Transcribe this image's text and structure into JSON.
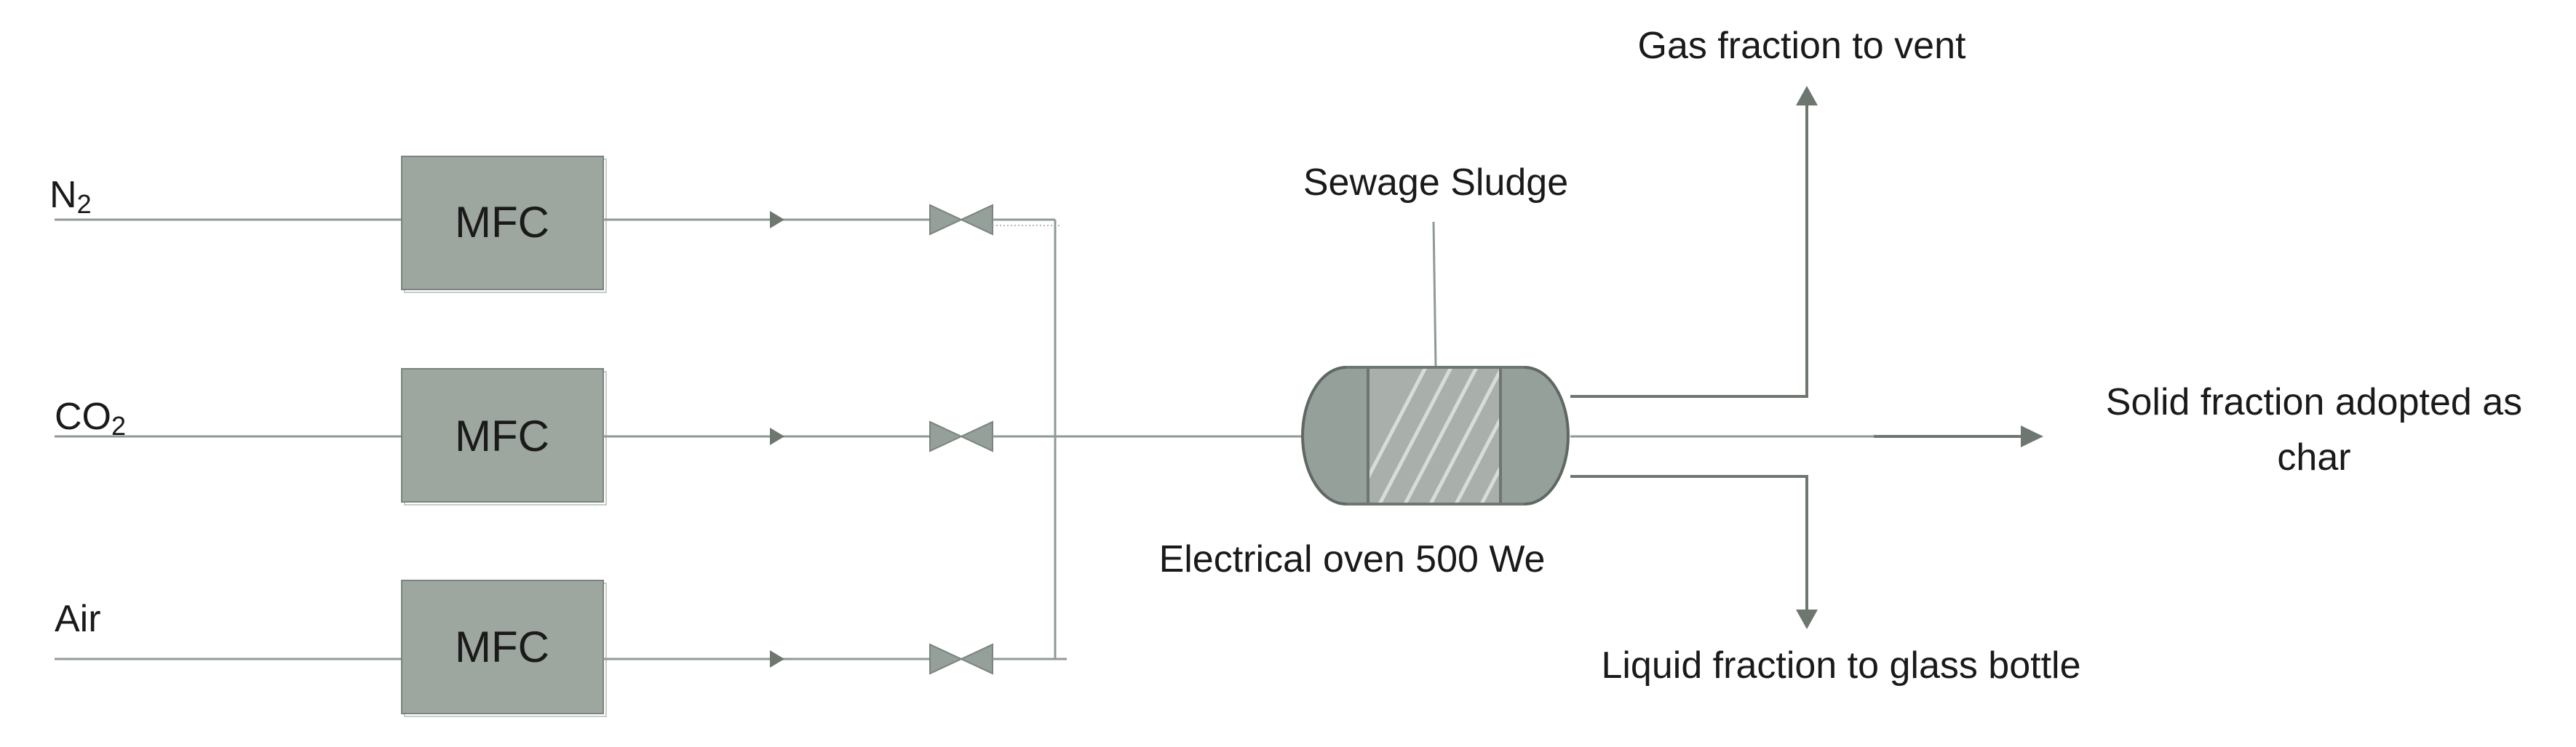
{
  "inlets": [
    {
      "name": "N",
      "subscript": "2",
      "controller": "MFC"
    },
    {
      "name": "CO",
      "subscript": "2",
      "controller": "MFC"
    },
    {
      "name": "Air",
      "subscript": "",
      "controller": "MFC"
    }
  ],
  "feed_label": "Sewage Sludge",
  "oven_label": "Electrical oven 500 We",
  "outputs": {
    "gas": "Gas fraction to vent",
    "solid_line1": "Solid fraction adopted as",
    "solid_line2": "char",
    "liquid": "Liquid fraction to glass bottle"
  },
  "colors": {
    "equipment_fill": "#9da69f",
    "line": "#8f9a94",
    "arrow": "#6e7670"
  }
}
